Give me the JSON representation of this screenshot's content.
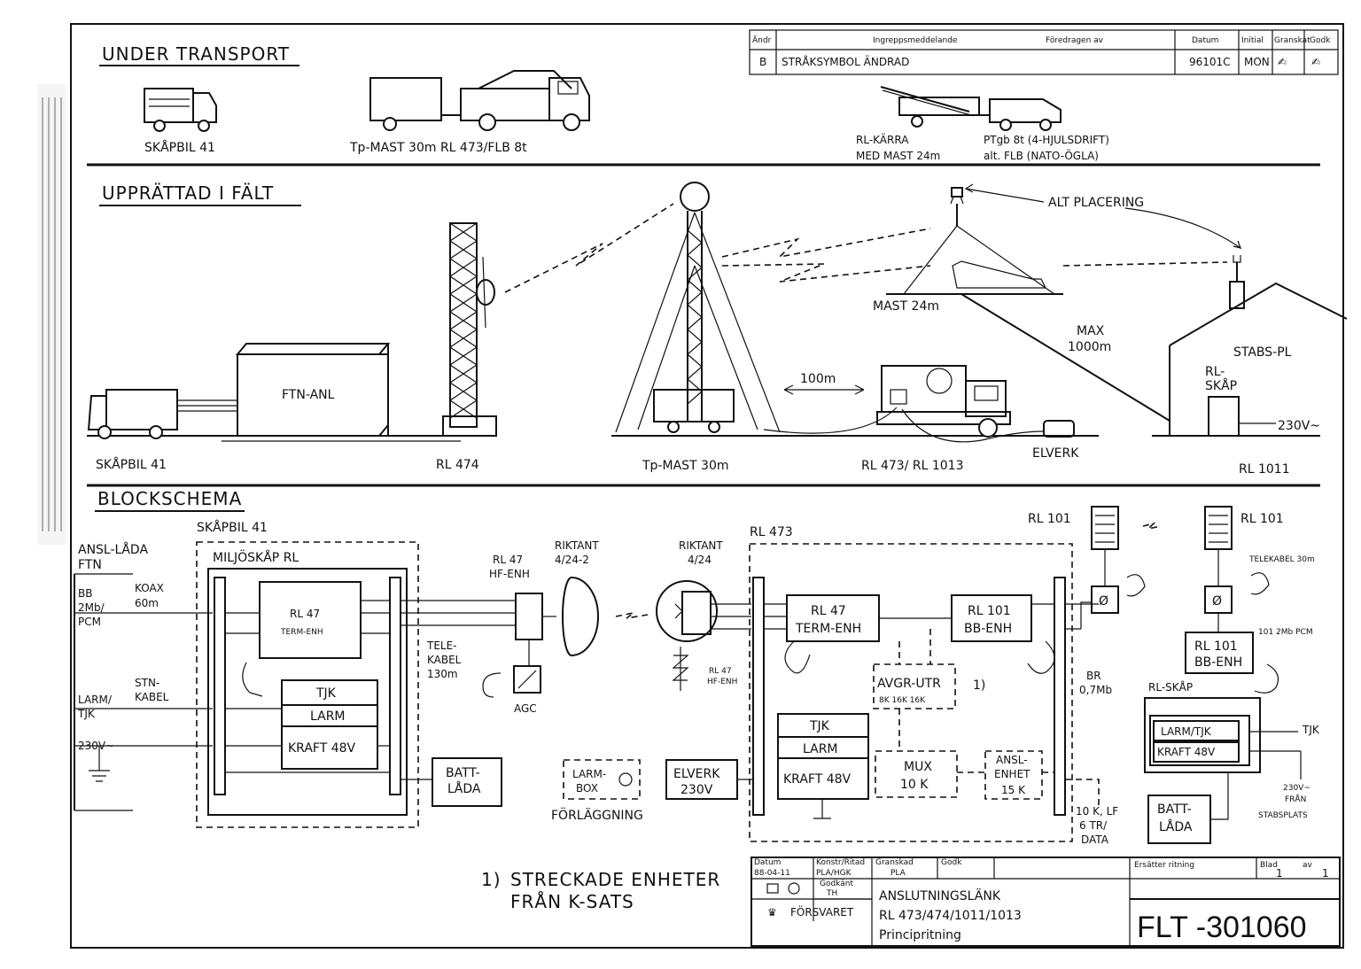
{
  "sections": {
    "transport": "UNDER TRANSPORT",
    "field": "UPPRÄTTAD I FÄLT",
    "block": "BLOCKSCHEMA"
  },
  "revision": {
    "headers": [
      "Ändr",
      "Ingreppsmeddelande",
      "Föredragen av",
      "Datum",
      "Initial",
      "Granskat",
      "Godk"
    ],
    "row": [
      "B",
      "STRÅKSYMBOL ÄNDRAD",
      "",
      "96101C",
      "MON",
      "",
      ""
    ]
  },
  "transport": {
    "vehicle1": "SKÅPBIL 41",
    "vehicle2": "Tp-MAST 30m RL 473/FLB 8t",
    "cart1": "RL-KÄRRA",
    "cart2": "MED MAST 24m",
    "truck1": "PTgb 8t (4-HJULSDRIFT)",
    "truck2": "alt. FLB (NATO-ÖGLA)"
  },
  "field": {
    "skapbil": "SKÅPBIL 41",
    "ftn": "FTN-ANL",
    "rl474": "RL 474",
    "tpmast": "Tp-MAST 30m",
    "dist100": "100m",
    "rl473": "RL 473/ RL 1013",
    "elverk": "ELVERK",
    "mast24": "MAST 24m",
    "alt": "ALT PLACERING",
    "max1": "MAX",
    "max2": "1000m",
    "stabs": "STABS-PL",
    "rlskap1": "RL-",
    "rlskap2": "SKÅP",
    "v230": "230V~",
    "rl1011": "RL 1011"
  },
  "block": {
    "ansl1": "ANSL-LÅDA",
    "ansl2": "FTN",
    "bb1": "BB",
    "bb2": "2Mb/",
    "bb3": "PCM",
    "koax1": "KOAX",
    "koax2": "60m",
    "larm1": "LARM/",
    "larm2": "TJK",
    "stn1": "STN-",
    "stn2": "KABEL",
    "v230": "230V~",
    "skapbil": "SKÅPBIL 41",
    "miljo": "MILJÖSKÅP RL",
    "rl47t1": "RL 47",
    "rl47t2": "TERM-ENH",
    "tjk": "TJK",
    "larm": "LARM",
    "kraft": "KRAFT 48V",
    "tele1": "TELE-",
    "tele2": "KABEL",
    "tele3": "130m",
    "batt1": "BATT-",
    "batt2": "LÅDA",
    "rl47hf1": "RL 47",
    "rl47hf2": "HF-ENH",
    "riktant1a": "RIKTANT",
    "riktant1b": "4/24-2",
    "riktant2a": "RIKTANT",
    "riktant2b": "4/24",
    "agc": "AGC",
    "rl47hfs1": "RL 47",
    "rl47hfs2": "HF-ENH",
    "rl473": "RL 473",
    "termenh1": "RL 47",
    "termenh2": "TERM-ENH",
    "bbenh1": "RL 101",
    "bbenh2": "BB-ENH",
    "avgr": "AVGR-UTR",
    "avgrsub": "8K  16K  16K",
    "mux1": "MUX",
    "mux2": "10 K",
    "anslen1": "ANSL-",
    "anslen2": "ENHET",
    "anslen3": "15 K",
    "tjk2": "TJK",
    "larm2b": "LARM",
    "kraft2": "KRAFT 48V",
    "larmbox1": "LARM-",
    "larmbox2": "BOX",
    "forl": "FÖRLÄGGNING",
    "elverk1": "ELVERK",
    "elverk2": "230V",
    "rl101a": "RL 101",
    "rl101b": "RL 101",
    "telekabel": "TELEKABEL 30m",
    "br1": "BR",
    "br2": "0,7Mb",
    "d10k1": "10 K, LF",
    "d10k2": "6 TR/",
    "d10k3": "DATA",
    "pcm": "101 2Mb PCM",
    "bbenhr1": "RL 101",
    "bbenhr2": "BB-ENH",
    "rlskap": "RL-SKÅP",
    "larmtjk": "LARM/TJK",
    "kraftr": "KRAFT 48V",
    "tjkr": "TJK",
    "fran1": "230V~",
    "fran2": "FRÅN",
    "fran3": "STABSPLATS",
    "battr1": "BATT-",
    "battr2": "LÅDA"
  },
  "note": {
    "mark": "1)",
    "line1": "STRECKADE ENHETER",
    "line2": "FRÅN K-SATS"
  },
  "titleblock": {
    "date_label": "Datum",
    "date": "88-04-11",
    "ritad_label": "Konstr/Ritad",
    "ritad": "PLA/HGK",
    "granskad_label": "Granskad",
    "granskad": "PLA",
    "godk_label": "Godk",
    "godkand_label": "Godkänt",
    "godkand": "TH",
    "firm": "FÖRSVARET",
    "title1": "ANSLUTNINGSLÄNK",
    "title2": "RL 473/474/1011/1013",
    "title3": "Principritning",
    "sheet_label": "Blad",
    "sheet": "1",
    "of_label": "av",
    "of": "1",
    "ref_label": "Ersätter ritning",
    "number": "FLT    -301060"
  }
}
